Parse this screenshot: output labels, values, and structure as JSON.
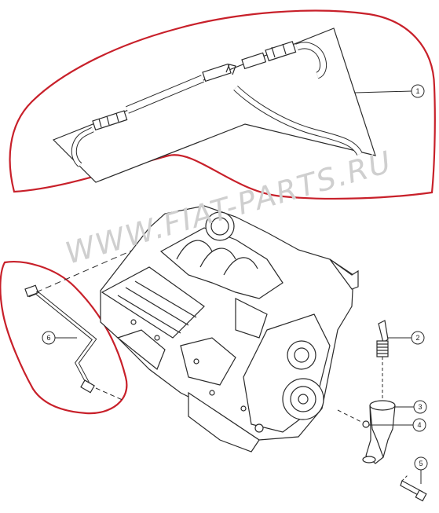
{
  "diagram": {
    "watermark": "WWW.FIAT-PARTS.RU",
    "callouts": [
      {
        "id": "1",
        "label": "1"
      },
      {
        "id": "2",
        "label": "2"
      },
      {
        "id": "3",
        "label": "3"
      },
      {
        "id": "4",
        "label": "4"
      },
      {
        "id": "5",
        "label": "5"
      },
      {
        "id": "6",
        "label": "6"
      }
    ],
    "colors": {
      "line": "#2a2a2a",
      "highlight": "#c8202a",
      "callout_fill": "#ffffff",
      "watermark": "#cfcfcf"
    },
    "parts": [
      "pcv-hose-assembly",
      "breather-tube",
      "engine-block",
      "pcv-valve",
      "oil-fill-tube",
      "clip",
      "bolt"
    ]
  }
}
